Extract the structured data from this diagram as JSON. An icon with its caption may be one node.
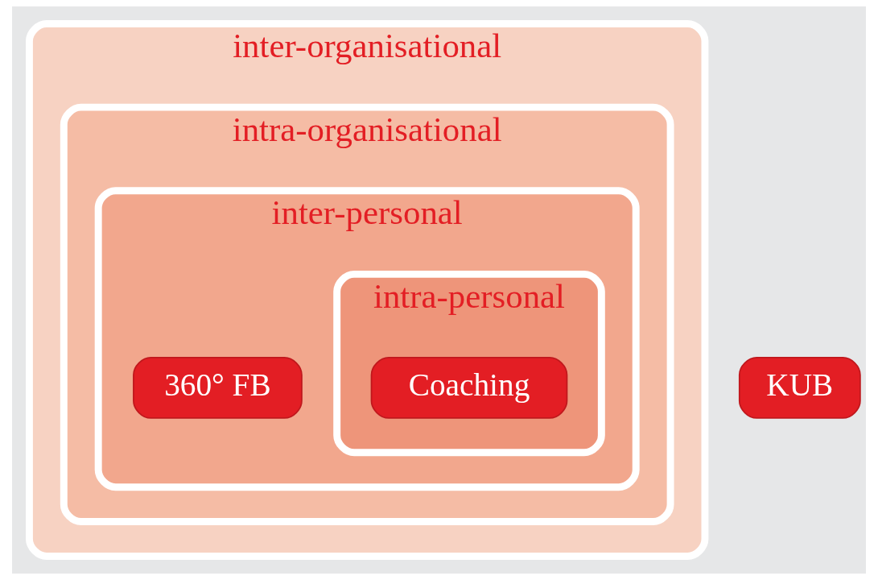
{
  "diagram": {
    "nodes": [
      {
        "text": [
          "inter-organisational"
        ]
      },
      {
        "text": [
          "intra-organisational"
        ],
        "in": 0
      },
      {
        "text": [
          "inter-personal"
        ],
        "in": 1
      },
      {
        "text": [
          "intra-personal"
        ],
        "in": 2
      },
      {
        "text": [
          "Coaching"
        ],
        "in": 3
      },
      {
        "text": [
          "360° FB"
        ],
        "in": 2
      },
      {
        "text": [
          "KUB"
        ]
      }
    ],
    "edges": []
  }
}
